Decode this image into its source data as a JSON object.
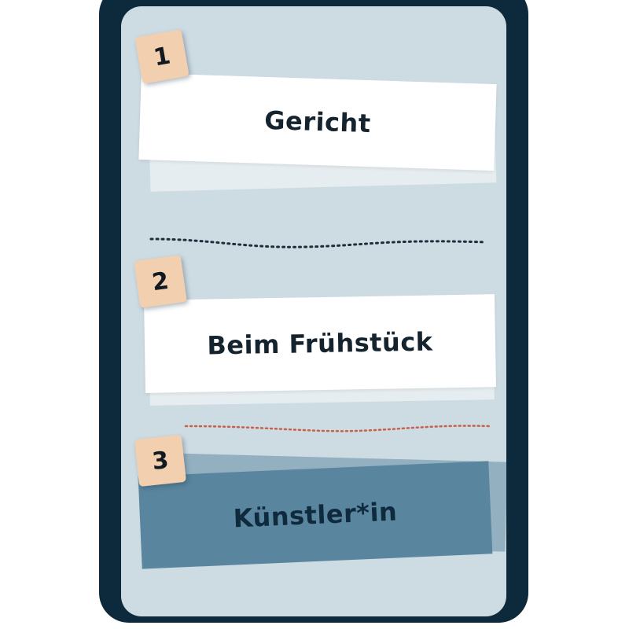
{
  "card": {
    "frame_color": "#0d2a3c",
    "background_color": "#cddbe3"
  },
  "rows": [
    {
      "number": "1",
      "label": "Gericht",
      "strip_color": "#ffffff",
      "text_color": "#14232e"
    },
    {
      "number": "2",
      "label": "Beim Frühstück",
      "strip_color": "#ffffff",
      "text_color": "#14232e"
    },
    {
      "number": "3",
      "label": "Künstler*in",
      "strip_color": "#5a859e",
      "text_color": "#0f2a3d"
    }
  ],
  "dividers": [
    {
      "style": "dotted",
      "color": "#1d2f3d"
    },
    {
      "style": "dotted",
      "color": "#c9604a"
    }
  ]
}
